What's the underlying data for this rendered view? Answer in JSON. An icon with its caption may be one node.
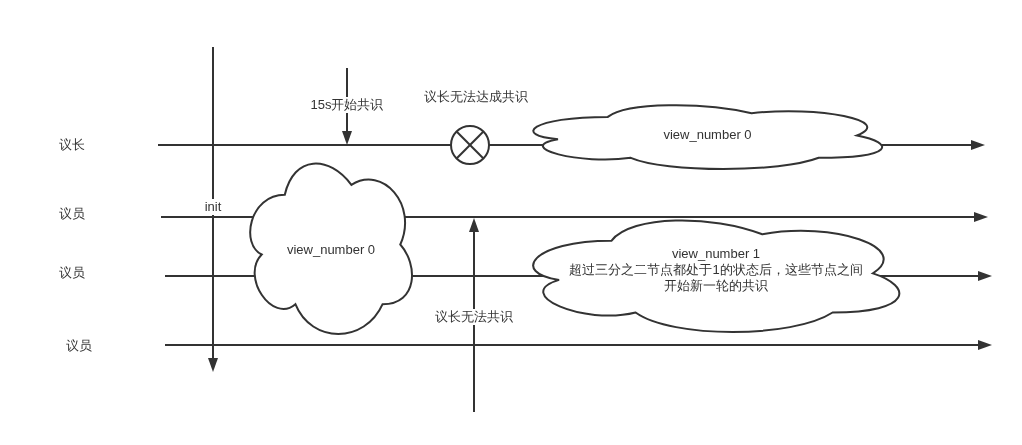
{
  "diagram": {
    "nodes": [
      {
        "text": [],
        "shape": "circle"
      },
      {
        "text": [
          "view_number 0"
        ]
      },
      {
        "text": [
          "view_number 0"
        ]
      },
      {
        "text": [
          "view_number 1",
          "超过三分之二节点都处于1的状态后，这些节点之间开始新一轮的共识"
        ]
      }
    ],
    "labels": [
      "15s开始共识",
      "议长无法达成共识",
      "议长",
      "init",
      "议员",
      "议员",
      "议长无法共识",
      "议员"
    ]
  }
}
